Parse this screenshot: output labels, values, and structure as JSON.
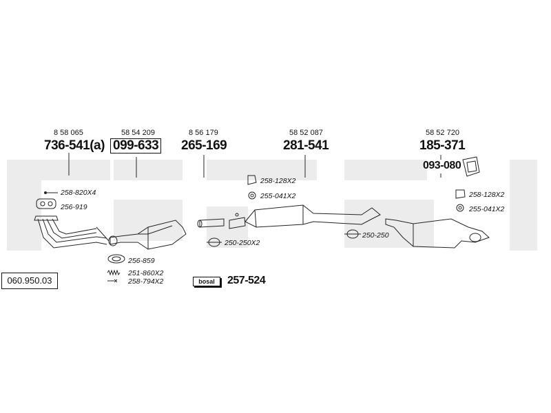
{
  "diagram": {
    "reference_code": "060.950.03",
    "brand_logo": "bosal",
    "kit_part": "257-524",
    "components": [
      {
        "oe": "8 58 065",
        "part": "736-541(a)"
      },
      {
        "oe": "58 54 209",
        "part": "099-633"
      },
      {
        "oe": "8 56 179",
        "part": "265-169"
      },
      {
        "oe": "58 52 087",
        "part": "281-541"
      },
      {
        "oe": "58 52 720",
        "part": "185-371",
        "sub_part": "093-080"
      }
    ],
    "accessories": {
      "a1": "258-820X4",
      "a2": "256-919",
      "a3": "256-859",
      "a4": "251-860X2",
      "a5": "258-794X2",
      "a6": "250-250X2",
      "a7": "258-128X2",
      "a8": "255-041X2",
      "a9": "250-250",
      "a10": "258-128X2",
      "a11": "255-041X2"
    }
  }
}
